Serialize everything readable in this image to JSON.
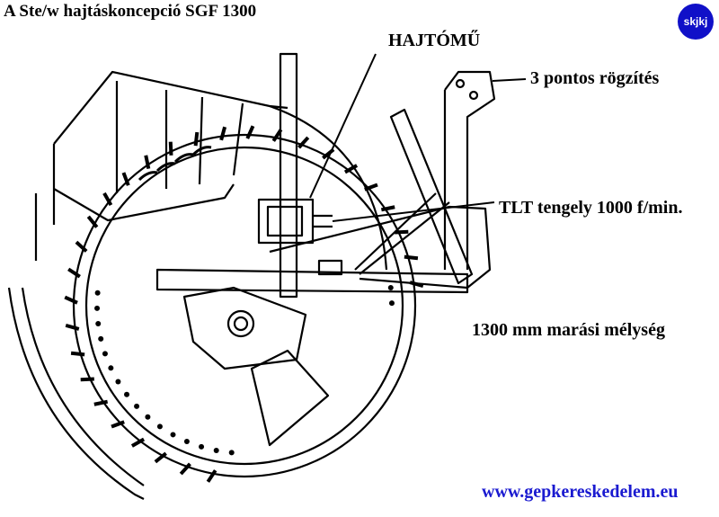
{
  "title": "A Ste/w hajtáskoncepció SGF 1300",
  "logo_text": "skjkj",
  "labels": {
    "hajtomu": "HAJTÓMŰ",
    "rogzites": "3 pontos rögzítés",
    "tlt": "TLT tengely 1000 f/min.",
    "melyseg": "1300 mm marási mélység"
  },
  "url": "www.gepkereskedelem.eu",
  "colors": {
    "url": "#1a1ad0",
    "logo_bg": "#1010c8",
    "line": "#000000"
  }
}
